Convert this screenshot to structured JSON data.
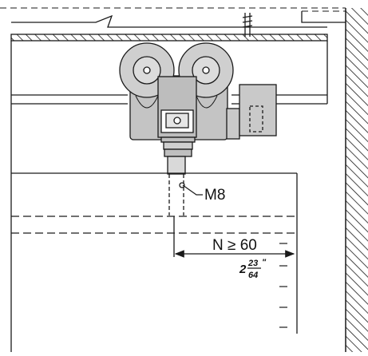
{
  "drawing": {
    "thread_label": "M8",
    "distance_label": "N ≥ 60",
    "imperial": {
      "whole": "2",
      "numerator": "23",
      "denominator": "64",
      "unit": "\""
    }
  },
  "colors": {
    "line": "#1a1a1a",
    "roller_fill": "#c9c9c9",
    "roller_dark": "#9a9a9a",
    "background": "#ffffff"
  }
}
